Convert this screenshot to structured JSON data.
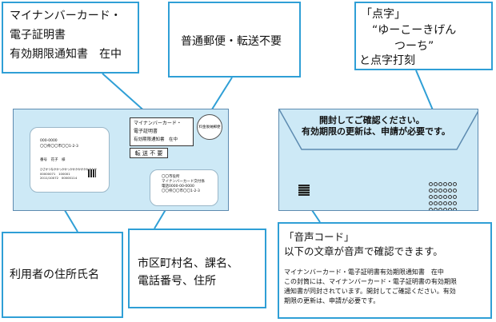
{
  "callouts": {
    "top_left": [
      "マイナンバーカード・",
      "電子証明書",
      "有効期限通知書　在中"
    ],
    "top_mid": "普通郵便・転送不要",
    "top_right": [
      "「点字」",
      "“ゆーこーきげん",
      "　　つーち”",
      "と点字打刻"
    ],
    "bottom_left": "利用者の住所氏名",
    "bottom_mid": [
      "市区町村名、課名、",
      "電話番号、住所"
    ],
    "bottom_right": {
      "title": "「音声コード」",
      "subtitle": "以下の文章が音声で確認できます。",
      "body": [
        "マイナンバーカード・電子証明書有効期限通知書　在中",
        "この封筒には、マイナンバーカード・電子証明書の有効期限",
        "通知書が同封されています。開封してご確認ください。有効",
        "期限の更新は、申請が必要です。"
      ]
    }
  },
  "front_envelope": {
    "address_lines": [
      "000-0000",
      "〇〇県〇〇市〇〇1-2-3",
      "番号　花子　様"
    ],
    "small_lines": [
      "ひさかつなかかっかかっかかかかかかかかかか",
      "00000071　100001",
      "2011/10072　00000114"
    ],
    "stamp_box": [
      "マイナンバーカード・",
      "電子証明書",
      "有効期限通知書　在中"
    ],
    "forward_label": "転 送 不 要",
    "postmark": "料金後納郵便",
    "sender_lines": [
      "〇〇市役所",
      "マイナンバーカード交付係",
      "電話0000-00-0000",
      "〇〇県〇〇市〇〇1-2-3"
    ]
  },
  "back_envelope": {
    "message": [
      "開封してご確認ください。",
      "有効期限の更新は、申請が必要です。"
    ]
  },
  "colors": {
    "callout_border": "#2f9fd6",
    "envelope_fill": "#cde9f6"
  }
}
